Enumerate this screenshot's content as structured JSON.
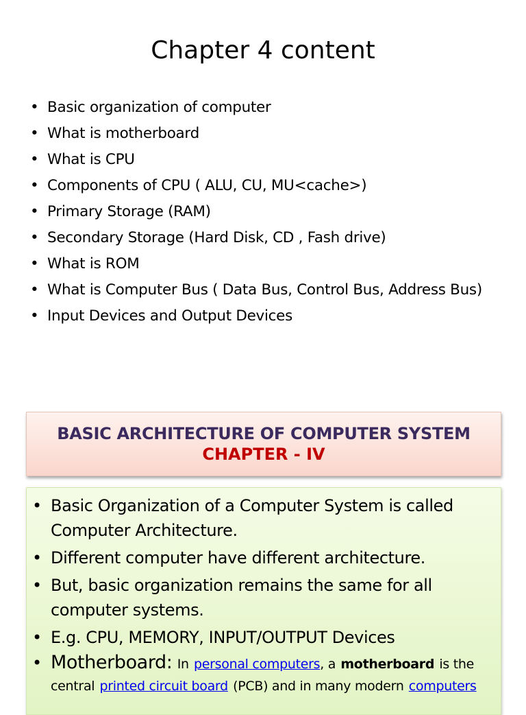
{
  "slide_title": "Chapter 4 content",
  "content_items": [
    "Basic organization of computer",
    "What is motherboard",
    "What is CPU",
    "Components of CPU ( ALU, CU, MU<cache>)",
    "Primary Storage (RAM)",
    "Secondary Storage (Hard Disk, CD , Fash drive)",
    "What is ROM",
    "What is Computer Bus ( Data Bus, Control Bus, Address Bus)",
    "Input Devices and Output Devices"
  ],
  "banner": {
    "title": "BASIC ARCHITECTURE OF COMPUTER SYSTEM",
    "subtitle": "CHAPTER - IV"
  },
  "architecture_items": [
    "Basic Organization of a Computer System is called Computer Architecture.",
    "Different computer have different architecture.",
    "But, basic organization remains the same for all computer systems.",
    "E.g. CPU, MEMORY, INPUT/OUTPUT Devices"
  ],
  "motherboard": {
    "heading": "Motherboard:",
    "text_1": "In",
    "link_1": "personal computers",
    "text_2": ", a",
    "bold_term": "motherboard",
    "text_3": "is the central",
    "link_2": "printed circuit board",
    "text_4": "(PCB) and in many modern",
    "link_3": "computers"
  },
  "bullet": "•",
  "colors": {
    "banner_title": "#3a2a5e",
    "banner_subtitle": "#c00000",
    "link": "#0000ee"
  }
}
